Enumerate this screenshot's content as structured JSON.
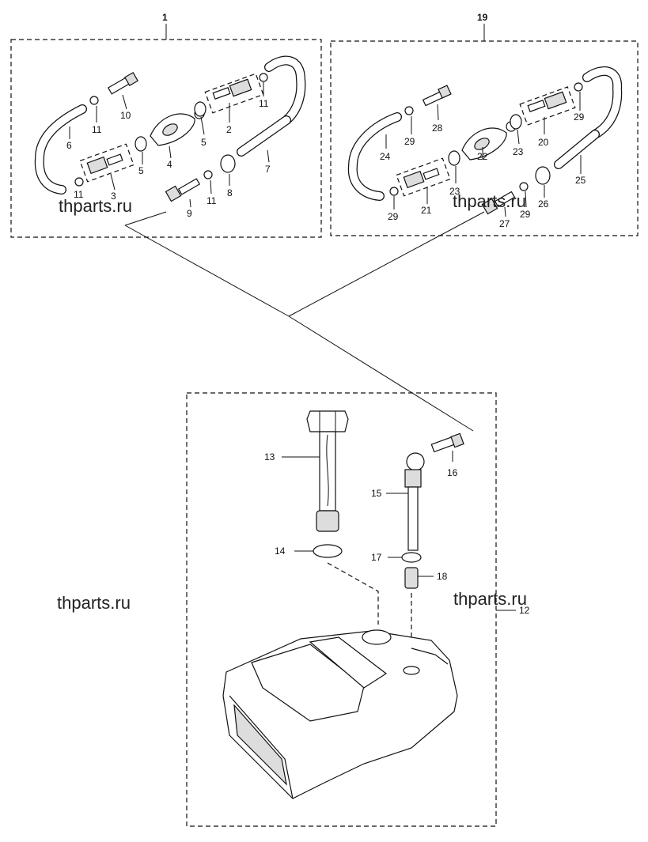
{
  "labels": {
    "l1": "1",
    "l2": "2",
    "l3": "3",
    "l4": "4",
    "l5a": "5",
    "l5b": "5",
    "l6": "6",
    "l7": "7",
    "l8": "8",
    "l9": "9",
    "l10": "10",
    "l11a": "11",
    "l11b": "11",
    "l11c": "11",
    "l11d": "11",
    "l12": "12",
    "l13": "13",
    "l14": "14",
    "l15": "15",
    "l16": "16",
    "l17": "17",
    "l18": "18",
    "l19": "19",
    "l20": "20",
    "l21": "21",
    "l22": "22",
    "l23a": "23",
    "l23b": "23",
    "l24": "24",
    "l25": "25",
    "l26": "26",
    "l27": "27",
    "l28": "28",
    "l29a": "29",
    "l29b": "29",
    "l29c": "29",
    "l29d": "29"
  },
  "watermark": "thparts.ru"
}
